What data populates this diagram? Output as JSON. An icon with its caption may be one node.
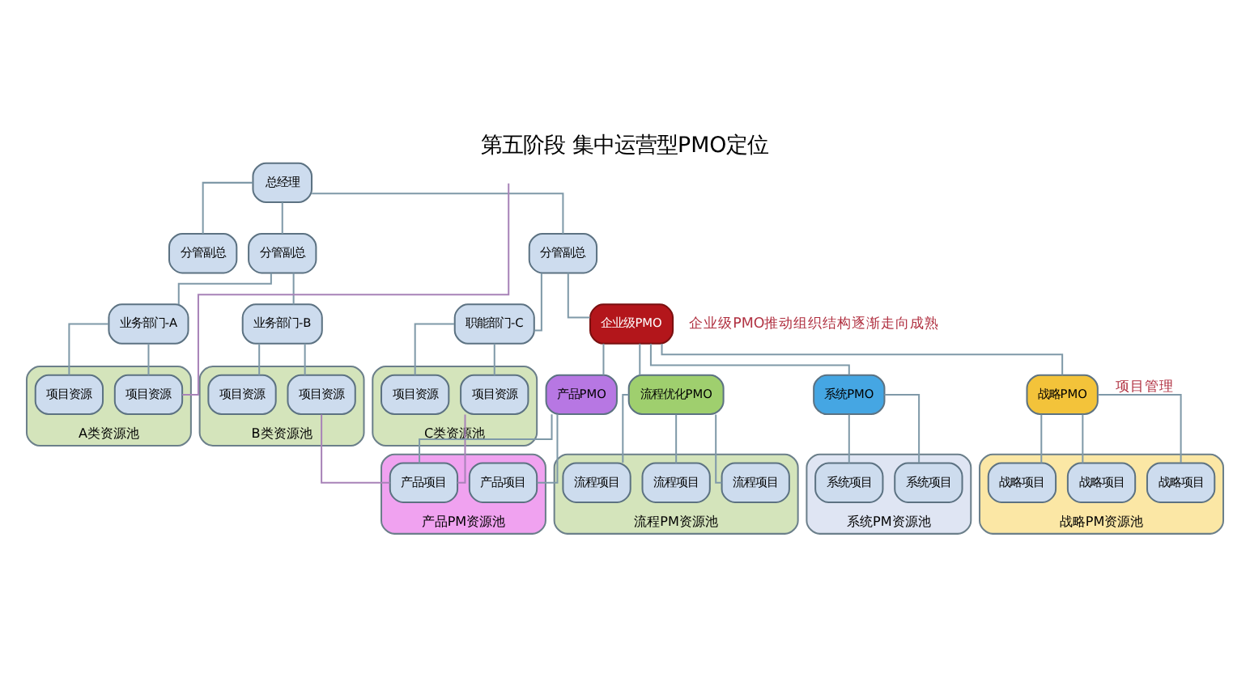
{
  "diagram": {
    "title": "第五阶段 集中运营型PMO定位",
    "nodes": [
      {
        "text": [
          "总经理"
        ]
      },
      {
        "text": [
          "分管副总"
        ]
      },
      {
        "text": [
          "分管副总"
        ]
      },
      {
        "text": [
          "分管副总"
        ]
      },
      {
        "text": [
          "业务部门-A"
        ]
      },
      {
        "text": [
          "业务部门-B"
        ]
      },
      {
        "text": [
          "职能部门-C"
        ]
      },
      {
        "text": [
          "企业级PMO"
        ]
      },
      {
        "text": [
          "A类资源池"
        ]
      },
      {
        "text": [
          "项目资源"
        ],
        "in": 8
      },
      {
        "text": [
          "项目资源"
        ],
        "in": 8
      },
      {
        "text": [
          "B类资源池"
        ]
      },
      {
        "text": [
          "项目资源"
        ],
        "in": 11
      },
      {
        "text": [
          "项目资源"
        ],
        "in": 11
      },
      {
        "text": [
          "C类资源池"
        ]
      },
      {
        "text": [
          "项目资源"
        ],
        "in": 14
      },
      {
        "text": [
          "项目资源"
        ],
        "in": 14
      },
      {
        "text": [
          "流程优化PMO"
        ]
      },
      {
        "text": [
          "产品PMO"
        ]
      },
      {
        "text": [
          "系统PMO"
        ]
      },
      {
        "text": [
          "战略PMO"
        ]
      },
      {
        "text": [
          "流程PM资源池"
        ]
      },
      {
        "text": [
          "流程项目"
        ],
        "in": 21
      },
      {
        "text": [
          "流程项目"
        ],
        "in": 21
      },
      {
        "text": [
          "流程项目"
        ],
        "in": 21
      },
      {
        "text": [
          "产品PM资源池"
        ]
      },
      {
        "text": [
          "产品项目"
        ],
        "in": 25
      },
      {
        "text": [
          "产品项目"
        ],
        "in": 25
      },
      {
        "text": [
          "系统PM资源池"
        ]
      },
      {
        "text": [
          "系统项目"
        ],
        "in": 28
      },
      {
        "text": [
          "系统项目"
        ],
        "in": 28
      },
      {
        "text": [
          "战略PM资源池"
        ]
      },
      {
        "text": [
          "战略项目"
        ],
        "in": 31
      },
      {
        "text": [
          "战略项目"
        ],
        "in": 31
      },
      {
        "text": [
          "战略项目"
        ],
        "in": 31
      }
    ],
    "edges": [
      {
        "from": 0,
        "to": 1,
        "arrow": "none"
      },
      {
        "from": 0,
        "to": 2,
        "arrow": "none"
      },
      {
        "from": 0,
        "to": 3,
        "arrow": "none"
      },
      {
        "from": 2,
        "to": 4,
        "arrow": "none"
      },
      {
        "from": 2,
        "to": 5,
        "arrow": "none"
      },
      {
        "from": 3,
        "to": 6,
        "arrow": "none"
      },
      {
        "from": 3,
        "to": 7,
        "arrow": "none"
      },
      {
        "from": 4,
        "to": 9,
        "arrow": "none"
      },
      {
        "from": 4,
        "to": 10,
        "arrow": "none"
      },
      {
        "from": 5,
        "to": 12,
        "arrow": "none"
      },
      {
        "from": 5,
        "to": 13,
        "arrow": "none"
      },
      {
        "from": 6,
        "to": 15,
        "arrow": "none"
      },
      {
        "from": 6,
        "to": 16,
        "arrow": "none"
      },
      {
        "from": 7,
        "to": 17,
        "arrow": "none"
      },
      {
        "from": 7,
        "to": 18,
        "arrow": "none"
      },
      {
        "from": 7,
        "to": 19,
        "arrow": "none"
      },
      {
        "from": 7,
        "to": 20,
        "arrow": "none"
      },
      {
        "from": 17,
        "to": 22,
        "arrow": "none"
      },
      {
        "from": 17,
        "to": 23,
        "arrow": "none"
      },
      {
        "from": 17,
        "to": 24,
        "arrow": "none"
      },
      {
        "from": 18,
        "to": 26,
        "arrow": "none"
      },
      {
        "from": 18,
        "to": 27,
        "arrow": "none"
      },
      {
        "from": 19,
        "to": 29,
        "arrow": "none"
      },
      {
        "from": 19,
        "to": 30,
        "arrow": "none"
      },
      {
        "from": 20,
        "to": 32,
        "arrow": "none",
        "label": "项目管理"
      },
      {
        "from": 20,
        "to": 33,
        "arrow": "none"
      },
      {
        "from": 20,
        "to": 34,
        "arrow": "none"
      },
      {
        "from": 9,
        "to": null,
        "arrow": "none",
        "color": "#a883b8"
      },
      {
        "from": 12,
        "to": 27,
        "arrow": "none",
        "color": "#a883b8"
      },
      {
        "from": 15,
        "to": 27,
        "arrow": "none",
        "color": "#a883b8"
      }
    ],
    "labels": [
      "企业级PMO推动组织结构逐渐走向成熟"
    ]
  }
}
